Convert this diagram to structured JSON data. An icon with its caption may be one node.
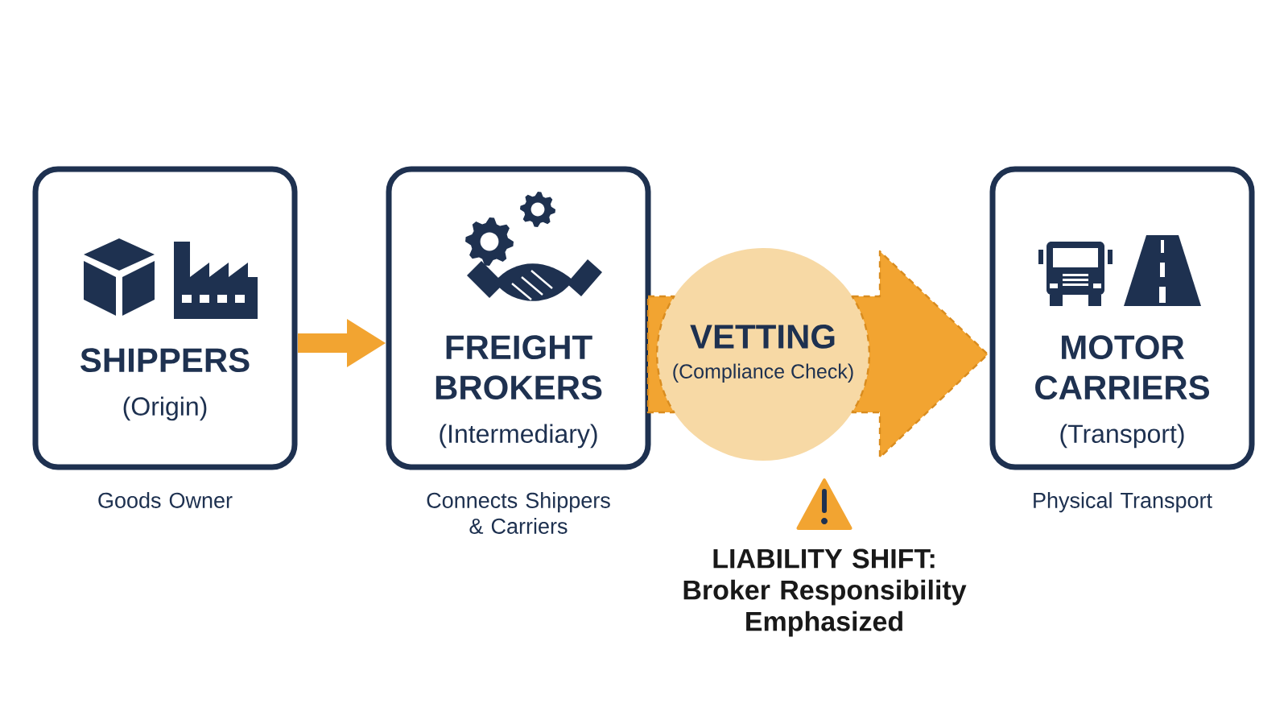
{
  "diagram": {
    "nodes": [
      {
        "text": [
          "SHIPPERS",
          "(Origin)"
        ],
        "beside": [
          "Goods Owner"
        ]
      },
      {
        "text": [
          "FREIGHT BROKERS",
          "(Intermediary)"
        ],
        "beside": [
          "Connects Shippers & Carriers"
        ]
      },
      {
        "text": [
          "VETTING",
          "(Compliance Check)"
        ]
      },
      {
        "text": [
          "MOTOR CARRIERS",
          "(Transport)"
        ],
        "beside": [
          "Physical Transport"
        ]
      }
    ],
    "edges": [
      {
        "from": 0,
        "to": 1,
        "arrow": "to"
      },
      {
        "from": 1,
        "to": 2,
        "arrow": "none",
        "style": "dashed"
      },
      {
        "from": 2,
        "to": 3,
        "arrow": "to",
        "style": "dashed"
      }
    ],
    "labels": [
      "LIABILITY SHIFT: Broker Responsibility Emphasized"
    ]
  }
}
